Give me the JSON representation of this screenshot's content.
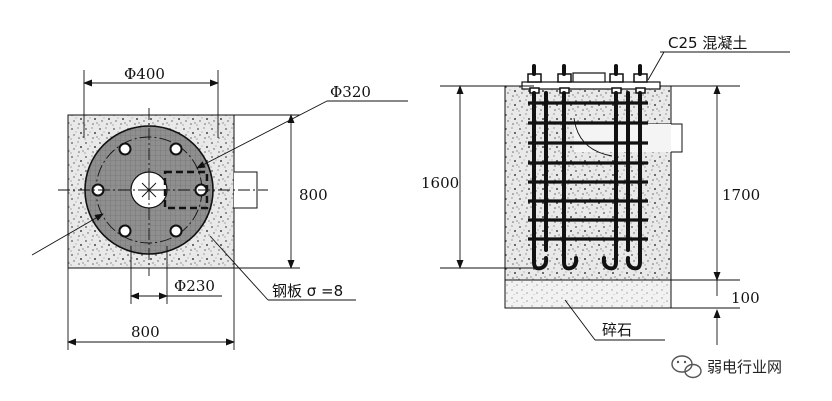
{
  "plan_view": {
    "dim_outer_diameter": "Φ400",
    "dim_plate_diameter": "Φ320",
    "dim_height": "800",
    "dim_width": "800",
    "dim_center_hole": "Φ230",
    "steel_plate_label": "钢板 σ =8"
  },
  "section_view": {
    "concrete_label": "C25 混凝土",
    "dim_bolt_length": "1600",
    "dim_pit_depth": "1700",
    "dim_gravel_thickness": "100",
    "gravel_label": "碎石"
  },
  "watermark": {
    "text": "弱电行业网",
    "icon": "wechat-icon"
  }
}
